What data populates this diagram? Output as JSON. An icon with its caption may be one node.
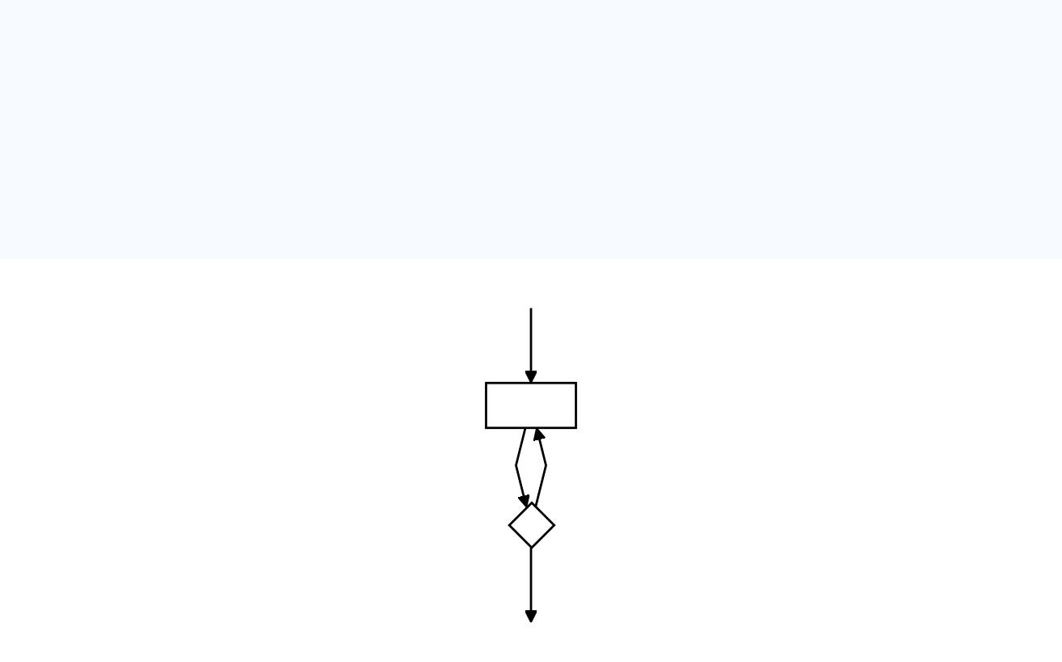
{
  "diagram": {
    "nodes": [
      {
        "text": [],
        "shape": "box"
      },
      {
        "text": [],
        "shape": "diamond"
      }
    ],
    "edges": [
      {
        "from": null,
        "to": 0,
        "arrow": "to"
      },
      {
        "from": 0,
        "to": 1,
        "arrow": "to"
      },
      {
        "from": 1,
        "to": 0,
        "arrow": "to"
      },
      {
        "from": 1,
        "to": null,
        "arrow": "to"
      }
    ]
  }
}
